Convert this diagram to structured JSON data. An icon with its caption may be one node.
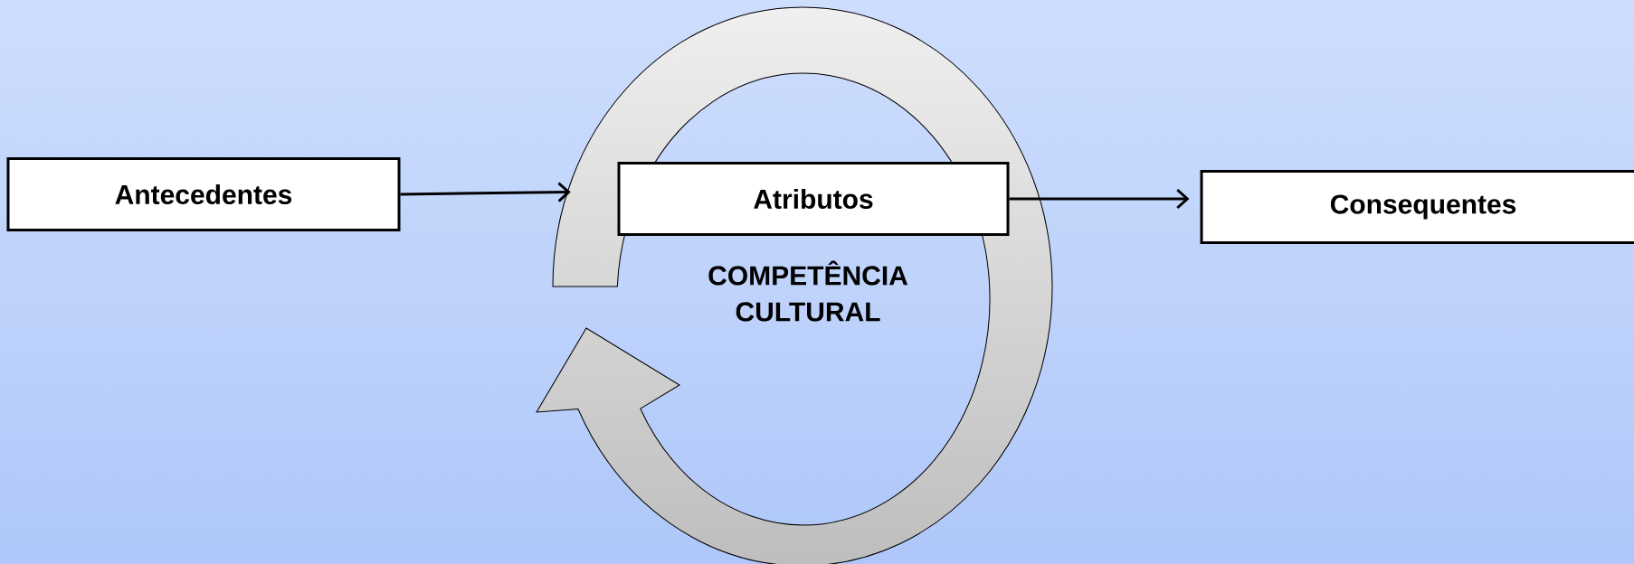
{
  "diagram": {
    "nodes": [
      {
        "text": [
          "Antecedentes"
        ]
      },
      {
        "text": [
          "COMPETÊNCIA CULTURAL"
        ]
      },
      {
        "text": [
          "Atributos"
        ],
        "in": 1
      },
      {
        "text": [
          "Consequentes"
        ]
      }
    ],
    "edges": [
      {
        "from": 0,
        "to": 1,
        "arrow": "to"
      },
      {
        "from": 2,
        "to": 3,
        "arrow": "to"
      }
    ]
  }
}
